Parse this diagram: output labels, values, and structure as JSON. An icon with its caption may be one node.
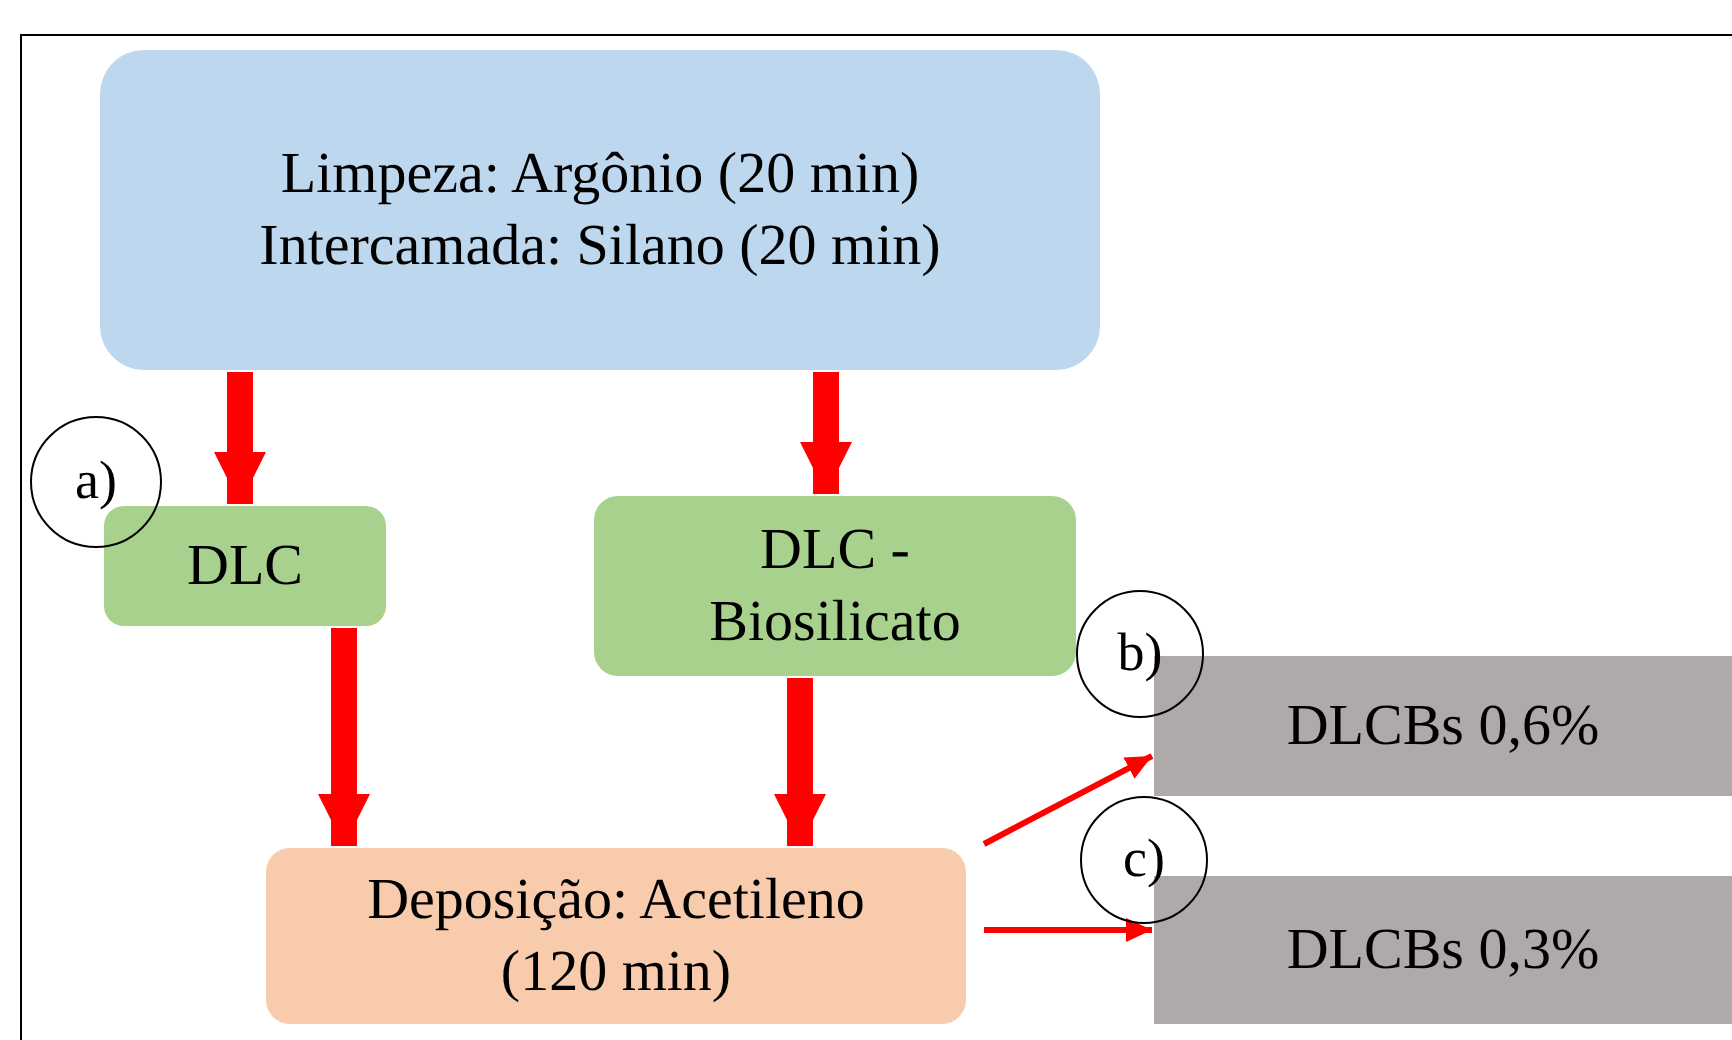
{
  "diagram": {
    "nodes": [
      {
        "text": [
          "Limpeza: Argônio (20 min)",
          "Intercamada: Silano (20 min)"
        ]
      },
      {
        "text": [
          "a)"
        ]
      },
      {
        "text": [
          "DLC"
        ]
      },
      {
        "text": [
          "DLC - Biosilicato"
        ]
      },
      {
        "text": [
          "b)"
        ]
      },
      {
        "text": [
          "DLCBs 0,6%"
        ]
      },
      {
        "text": [
          "Deposição: Acetileno (120 min)"
        ]
      },
      {
        "text": [
          "c)"
        ]
      },
      {
        "text": [
          "DLCBs 0,3%"
        ]
      }
    ],
    "edges": [
      {
        "from": 0,
        "to": 2,
        "arrow": "to"
      },
      {
        "from": 0,
        "to": 3,
        "arrow": "to"
      },
      {
        "from": 2,
        "to": 6,
        "arrow": "to"
      },
      {
        "from": 3,
        "to": 6,
        "arrow": "to"
      },
      {
        "from": 6,
        "to": 5,
        "arrow": "to"
      },
      {
        "from": 6,
        "to": 8,
        "arrow": "to"
      }
    ]
  }
}
